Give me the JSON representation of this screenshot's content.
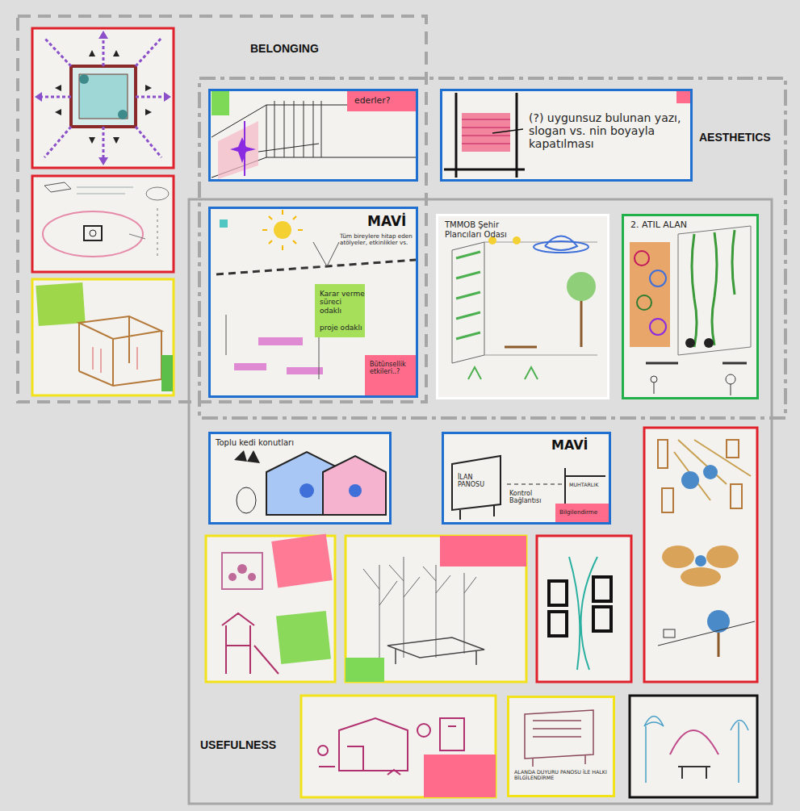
{
  "diagram": {
    "nodes": [
      {
        "text": [
          "BELONGING"
        ]
      },
      {
        "text": [
          "AESTHETICS"
        ]
      },
      {
        "text": [
          "USEFULNESS"
        ]
      },
      {
        "text": [
          "ederler?"
        ],
        "in": 1
      },
      {
        "text": [
          "(?) uygunsuz bulunan yazı, slogan vs. nin boyayla kapatılması"
        ],
        "in": 1
      },
      {
        "text": [
          "MAVİ",
          "Tüm bireylere hitap eden atölyeler, etkinlikler vs.",
          "Karar verme süreci odaklı",
          "proje odaklı",
          "Bütünsellik etkileri..?"
        ],
        "in": 2
      },
      {
        "text": [
          "TMMOB Şehir Plancıları Odası"
        ],
        "in": 2
      },
      {
        "text": [
          "2. ATIL ALAN"
        ],
        "in": 2
      },
      {
        "text": [
          "Toplu kedi konutları"
        ],
        "in": 2
      },
      {
        "text": [
          "MAVİ",
          "İLAN PANOSU",
          "Kontrol Bağlantısı",
          "MUHTARLIK",
          "Bilgilendirme"
        ],
        "in": 2
      },
      {
        "text": [
          "ALANDA DUYURU PANOSU İLE HALKI BİLGİLENDİRME"
        ],
        "in": 2
      }
    ]
  }
}
